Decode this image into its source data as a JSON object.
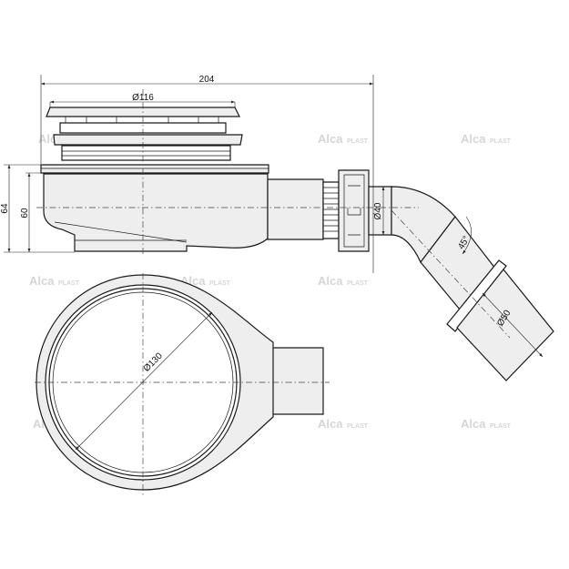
{
  "dimensions": {
    "overall_length": "204",
    "grate_diameter": "Ø116",
    "body_height_outer": "64",
    "body_height_inner": "60",
    "outlet_diameter": "Ø40",
    "angle": "45°",
    "elbow_diameter": "Ø50",
    "body_diameter": "Ø130"
  },
  "watermark": {
    "brand_main": "Alca",
    "brand_sub": "PLAST"
  }
}
